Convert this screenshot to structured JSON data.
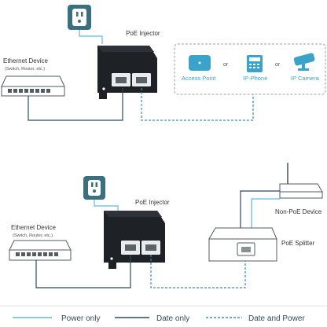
{
  "top": {
    "injector_label": "PoE Injector",
    "ethernet_title": "Ethernet Device",
    "ethernet_sub": "(Switch, Router, etc.)",
    "devices": [
      {
        "label": "Access Point"
      },
      {
        "label": "IP-Phone"
      },
      {
        "label": "IP Camera"
      }
    ],
    "or_label": "or"
  },
  "bottom": {
    "injector_label": "PoE Injector",
    "ethernet_title": "Ethernet Device",
    "ethernet_sub": "(Switch, Router, etc.)",
    "nonpoe_label": "Non-PoE Device",
    "splitter_label": "PoE Splitter"
  },
  "legend": [
    {
      "label": "Power only",
      "style": "power"
    },
    {
      "label": "Date only",
      "style": "data"
    },
    {
      "label": "Date and Power",
      "style": "both"
    }
  ],
  "colors": {
    "power": "#5fb8e0",
    "data": "#2b4a5c",
    "device_blue": "#3aa3c9",
    "outlet_bg": "#3a6f7d",
    "injector": "#1e2226",
    "outline": "#555b61"
  }
}
